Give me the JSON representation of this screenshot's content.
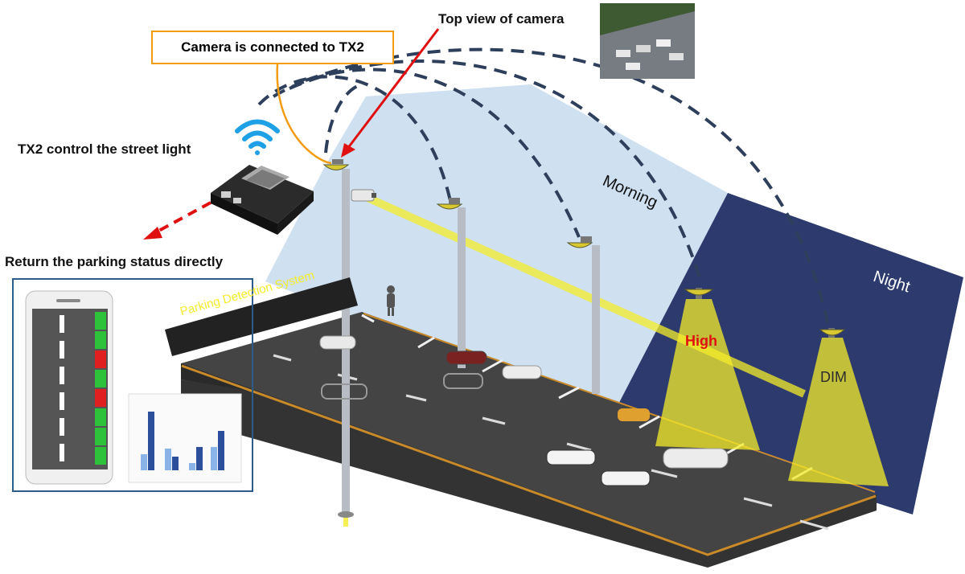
{
  "labels": {
    "top_view": "Top view of camera",
    "camera_connected": "Camera is connected to TX2",
    "tx2_control": "TX2 control the street light",
    "return_status": "Return the parking status directly",
    "parking_system": "Parking Detection System",
    "morning": "Morning",
    "night": "Night",
    "high": "High",
    "dim": "DIM"
  },
  "colors": {
    "morning_panel": "#cfe0f1",
    "night_panel": "#2d3a6e",
    "road": "#3a3a3a",
    "road_edge": "#c98a2a",
    "beam": "#f4ec2a",
    "arc": "#2e3f5c",
    "camera_box_border": "#f39c12",
    "high_text": "#e01010",
    "wifi": "#1ea0e6"
  },
  "icons": [
    "wifi-icon",
    "tx2-board-icon",
    "camera-icon",
    "smartphone-icon",
    "person-icon",
    "car-icon",
    "street-light-icon"
  ]
}
